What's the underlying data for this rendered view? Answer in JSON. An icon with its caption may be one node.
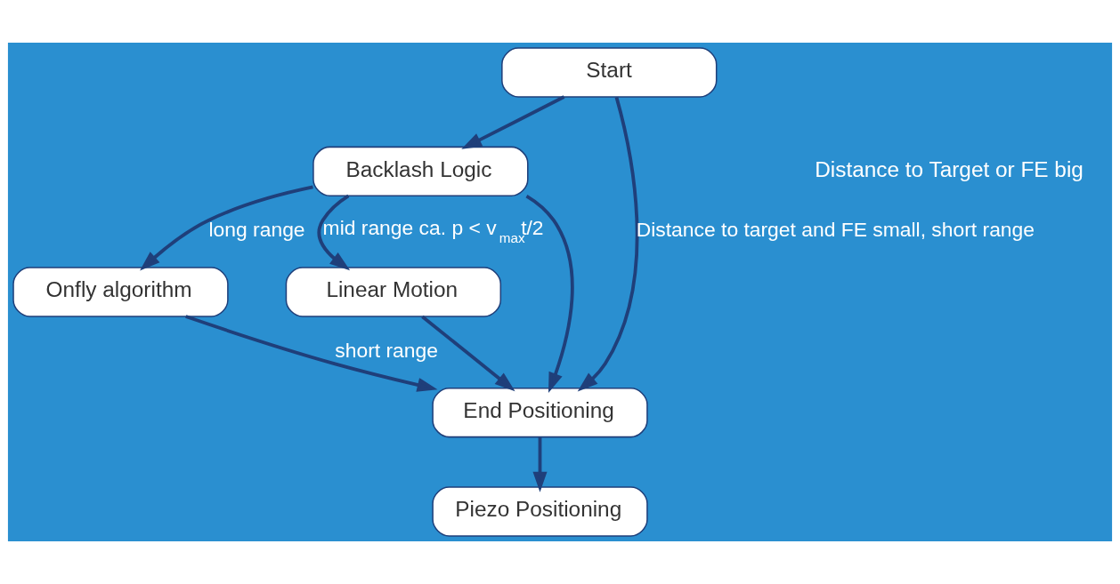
{
  "diagram": {
    "nodes": [
      {
        "text": [
          "Start"
        ]
      },
      {
        "text": [
          "Backlash Logic"
        ]
      },
      {
        "text": [
          "Onfly algorithm"
        ]
      },
      {
        "text": [
          "Linear Motion"
        ]
      },
      {
        "text": [
          "End Positioning"
        ]
      },
      {
        "text": [
          "Piezo Positioning"
        ]
      }
    ],
    "edges": [
      {
        "from": 0,
        "to": 1,
        "arrow": "to"
      },
      {
        "from": 0,
        "to": 4,
        "arrow": "to",
        "label": "Distance to target and FE small, short range"
      },
      {
        "from": 1,
        "to": 2,
        "arrow": "to",
        "label": "long range"
      },
      {
        "from": 1,
        "to": 3,
        "arrow": "to",
        "label": "mid range ca. p < v$_{max}$t/2"
      },
      {
        "from": 1,
        "to": 4,
        "arrow": "to"
      },
      {
        "from": 2,
        "to": 4,
        "arrow": "to",
        "label": "short range"
      },
      {
        "from": 3,
        "to": 4,
        "arrow": "to"
      },
      {
        "from": 4,
        "to": 5,
        "arrow": "to"
      }
    ],
    "labels": [
      "Distance to Target or FE big"
    ]
  }
}
